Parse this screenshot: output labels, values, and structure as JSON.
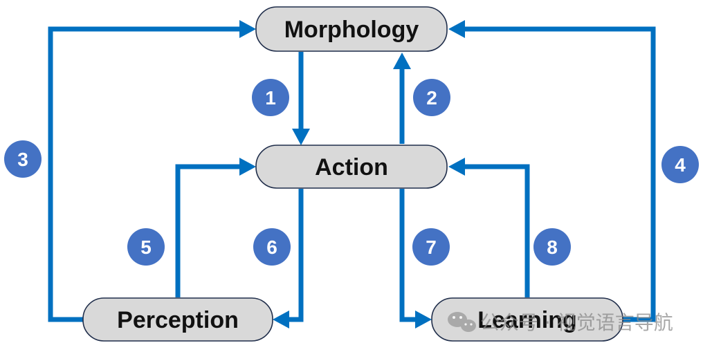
{
  "colors": {
    "edge": "#0070c0",
    "node_fill": "#d9d9d9",
    "node_border": "#1f2d4a",
    "badge": "#4472c4",
    "watermark": "#8a8a8a"
  },
  "nodes": {
    "morphology": {
      "label": "Morphology"
    },
    "action": {
      "label": "Action"
    },
    "perception": {
      "label": "Perception"
    },
    "learning": {
      "label": "Learning"
    }
  },
  "edges": [
    {
      "number": "1",
      "from": "Morphology",
      "to": "Action"
    },
    {
      "number": "2",
      "from": "Action",
      "to": "Morphology"
    },
    {
      "number": "3",
      "from": "Perception",
      "to": "Morphology"
    },
    {
      "number": "4",
      "from": "Learning",
      "to": "Morphology"
    },
    {
      "number": "5",
      "from": "Perception",
      "to": "Action"
    },
    {
      "number": "6",
      "from": "Action",
      "to": "Perception"
    },
    {
      "number": "7",
      "from": "Action",
      "to": "Learning"
    },
    {
      "number": "8",
      "from": "Learning",
      "to": "Action"
    }
  ],
  "watermark": {
    "text": "公众号 · 视觉语言导航",
    "icon": "wechat-icon"
  }
}
